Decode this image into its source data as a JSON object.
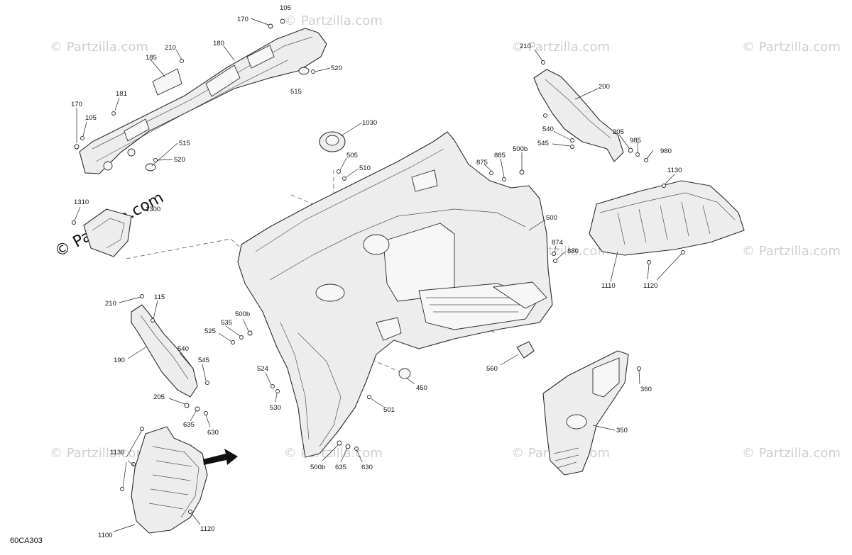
{
  "diagram": {
    "code": "60CA303",
    "watermark": "© Partzilla.com",
    "labels": {
      "l105a": "105",
      "l170a": "170",
      "l210a": "210",
      "l185": "185",
      "l180": "180",
      "l520a": "520",
      "l515a": "515",
      "l181": "181",
      "l170b": "170",
      "l105b": "105",
      "l515b": "515",
      "l520b": "520",
      "l1310": "1310",
      "l1300": "1300",
      "l1030": "1030",
      "l505": "505",
      "l510": "510",
      "l875": "875",
      "l885": "885",
      "l500ba": "500b",
      "l210b": "210",
      "l200": "200",
      "l540a": "540",
      "l545a": "545",
      "l205a": "205",
      "l985": "985",
      "l980": "980",
      "l1130a": "1130",
      "l500": "500",
      "l874": "874",
      "l880": "880",
      "l1110": "1110",
      "l1120a": "1120",
      "l210c": "210",
      "l115": "115",
      "l500bb": "500b",
      "l535": "535",
      "l525": "525",
      "l190": "190",
      "l540b": "540",
      "l545b": "545",
      "l524": "524",
      "l530": "530",
      "l205b": "205",
      "l635a": "635",
      "l630a": "630",
      "l560": "560",
      "l450": "450",
      "l501": "501",
      "l360": "360",
      "l350": "350",
      "l1130b": "1130",
      "l500bc": "500b",
      "l635b": "635",
      "l630b": "630",
      "l1100": "1100",
      "l1120b": "1120"
    }
  }
}
